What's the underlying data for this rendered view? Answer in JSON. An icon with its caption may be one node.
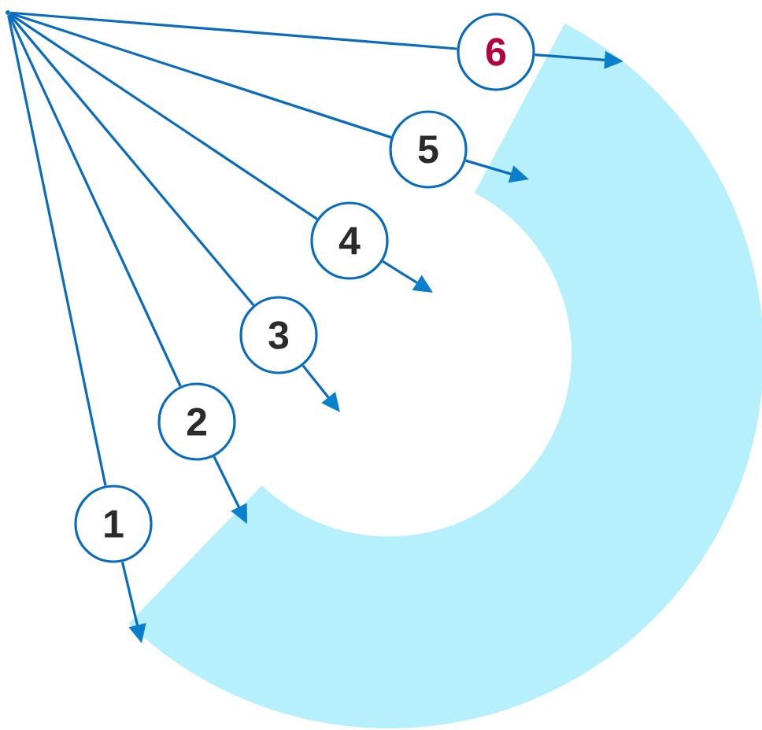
{
  "diagram": {
    "nodes": [
      {
        "text": [],
        "shape": "point"
      },
      {
        "text": [
          "1"
        ]
      },
      {
        "text": [
          "2"
        ]
      },
      {
        "text": [
          "3"
        ]
      },
      {
        "text": [
          "4"
        ]
      },
      {
        "text": [
          "5"
        ]
      },
      {
        "text": [
          "6"
        ]
      }
    ],
    "edges": [
      {
        "from": 0,
        "to": 1,
        "arrow": "none"
      },
      {
        "from": 0,
        "to": 2,
        "arrow": "none"
      },
      {
        "from": 0,
        "to": 3,
        "arrow": "none"
      },
      {
        "from": 0,
        "to": 4,
        "arrow": "none"
      },
      {
        "from": 0,
        "to": 5,
        "arrow": "none"
      },
      {
        "from": 0,
        "to": 6,
        "arrow": "none"
      },
      {
        "from": 1,
        "to": null,
        "arrow": "to"
      },
      {
        "from": 2,
        "to": null,
        "arrow": "to"
      },
      {
        "from": 3,
        "to": null,
        "arrow": "to"
      },
      {
        "from": 4,
        "to": null,
        "arrow": "to"
      },
      {
        "from": 5,
        "to": null,
        "arrow": "to"
      },
      {
        "from": 6,
        "to": null,
        "arrow": "to"
      }
    ]
  }
}
